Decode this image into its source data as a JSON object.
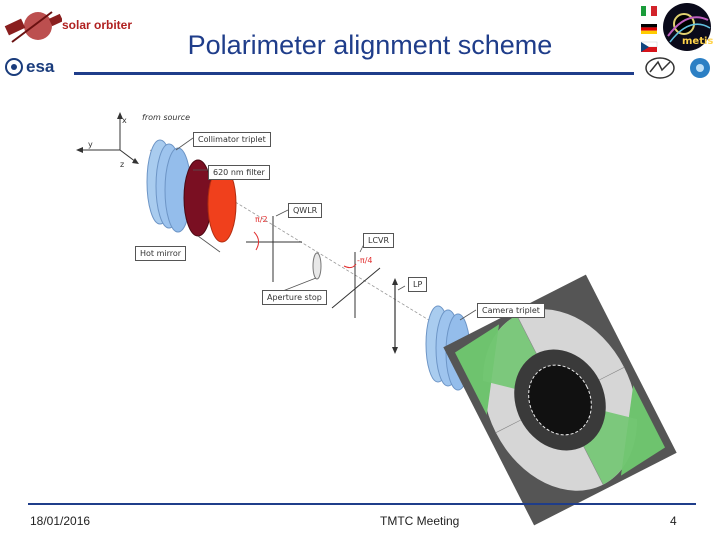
{
  "header": {
    "title": "Polarimeter alignment scheme",
    "logo_mission": "solar orbiter",
    "logo_agency": "esa",
    "logo_instrument": "metis"
  },
  "diagram": {
    "from_source": "from source",
    "axis_x": "x",
    "axis_y": "y",
    "axis_z": "z",
    "collimator": "Collimator triplet",
    "filter": "620 nm filter",
    "qwlr": "QWLR",
    "lcvr": "LCVR",
    "hot_mirror": "Hot mirror",
    "aperture_stop": "Aperture stop",
    "lp": "LP",
    "camera": "Camera triplet",
    "angle_qwlr": "π/2",
    "angle_lcvr": "-π/4"
  },
  "footer": {
    "date": "18/01/2016",
    "meeting": "TMTC Meeting",
    "page": "4"
  },
  "colors": {
    "title_blue": "#1f3d8a",
    "lens_blue": "#9ec4ee",
    "filter_dark_red": "#7a0f22",
    "filter_red": "#f0401c",
    "sample_green": "#6ec36e"
  }
}
